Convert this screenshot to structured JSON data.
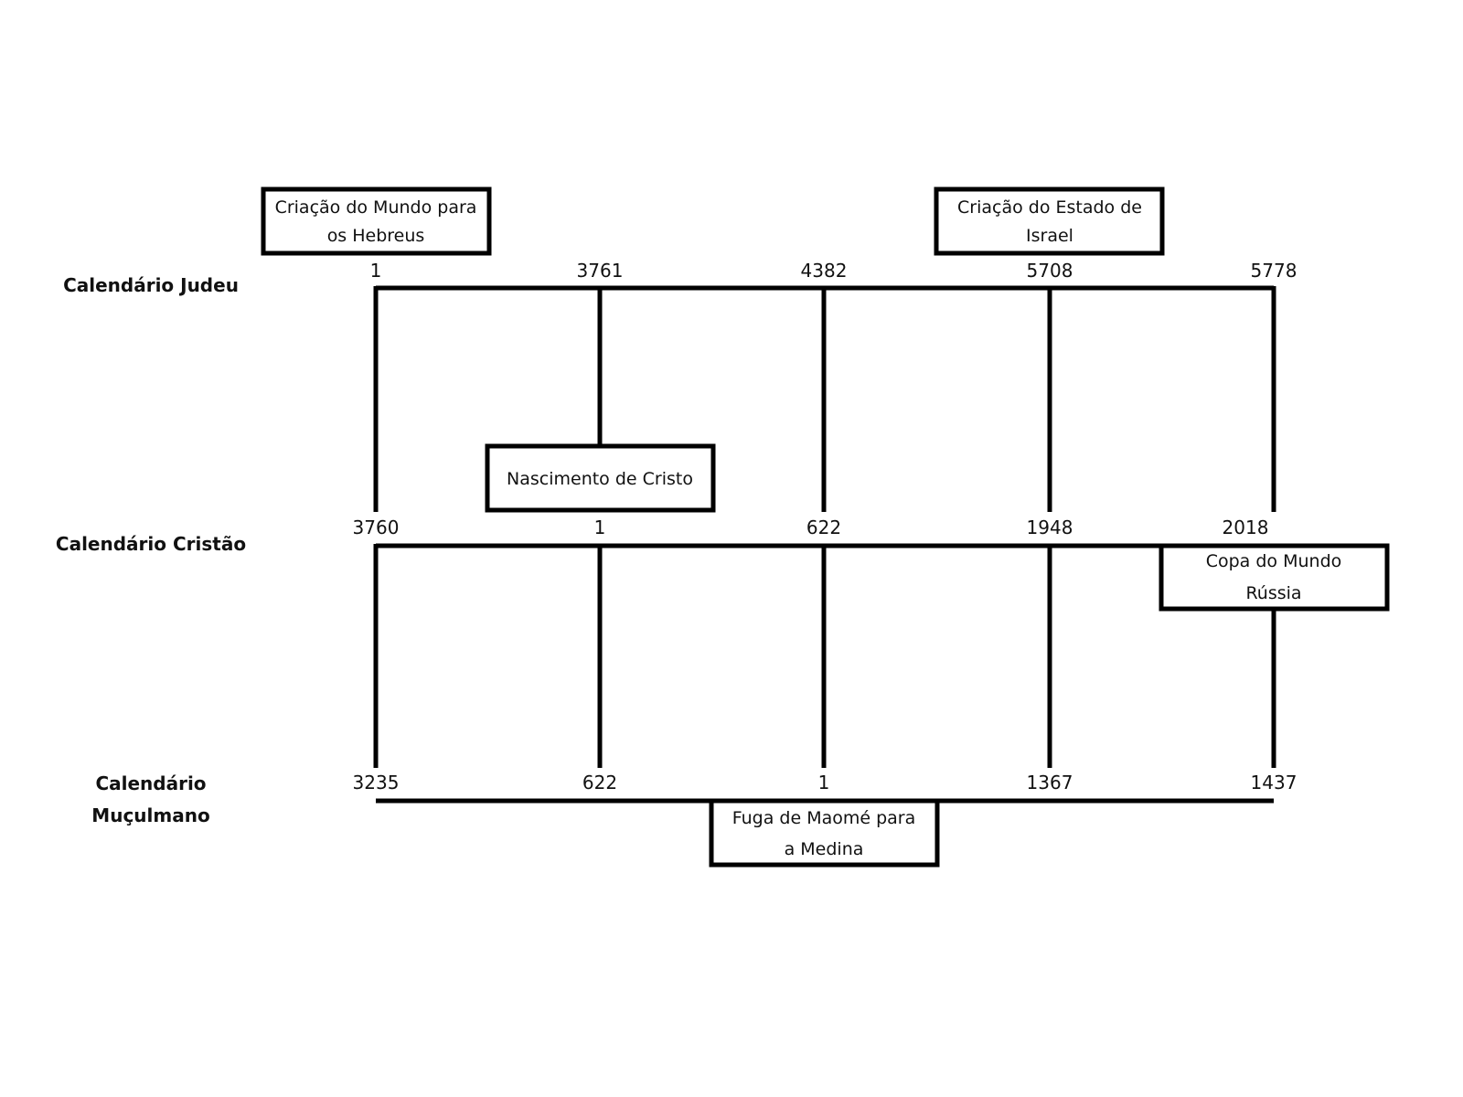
{
  "rows": {
    "judeu": {
      "label": "Calendário Judeu",
      "years": [
        "1",
        "3761",
        "4382",
        "5708",
        "5778"
      ]
    },
    "cristao": {
      "label": "Calendário Cristão",
      "years": [
        "3760",
        "1",
        "622",
        "1948",
        "2018"
      ]
    },
    "muculmano": {
      "label_line1": "Calendário",
      "label_line2": "Muçulmano",
      "years": [
        "3235",
        "622",
        "1",
        "1367",
        "1437"
      ]
    }
  },
  "events": {
    "criacao_mundo": {
      "line1": "Criação do Mundo para",
      "line2": "os Hebreus"
    },
    "estado_israel": {
      "line1": "Criação do Estado de",
      "line2": "Israel"
    },
    "nascimento_cristo": {
      "line1": "Nascimento de Cristo"
    },
    "copa_mundo": {
      "line1": "Copa do Mundo",
      "line2": "Rússia"
    },
    "fuga_maome": {
      "line1": "Fuga de Maomé para",
      "line2": "a Medina"
    }
  }
}
